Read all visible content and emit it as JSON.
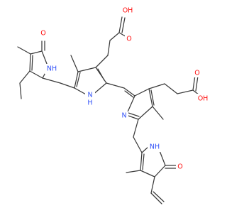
{
  "molecule": {
    "atom_labels": {
      "O": "O",
      "OH": "OH",
      "NH": "NH",
      "N": "N",
      "H": "H"
    }
  },
  "colors": {
    "bond": "#3a3a3a",
    "oxygen": "#ff0d0d",
    "nitrogen": "#3050f8",
    "background": "#ffffff"
  }
}
